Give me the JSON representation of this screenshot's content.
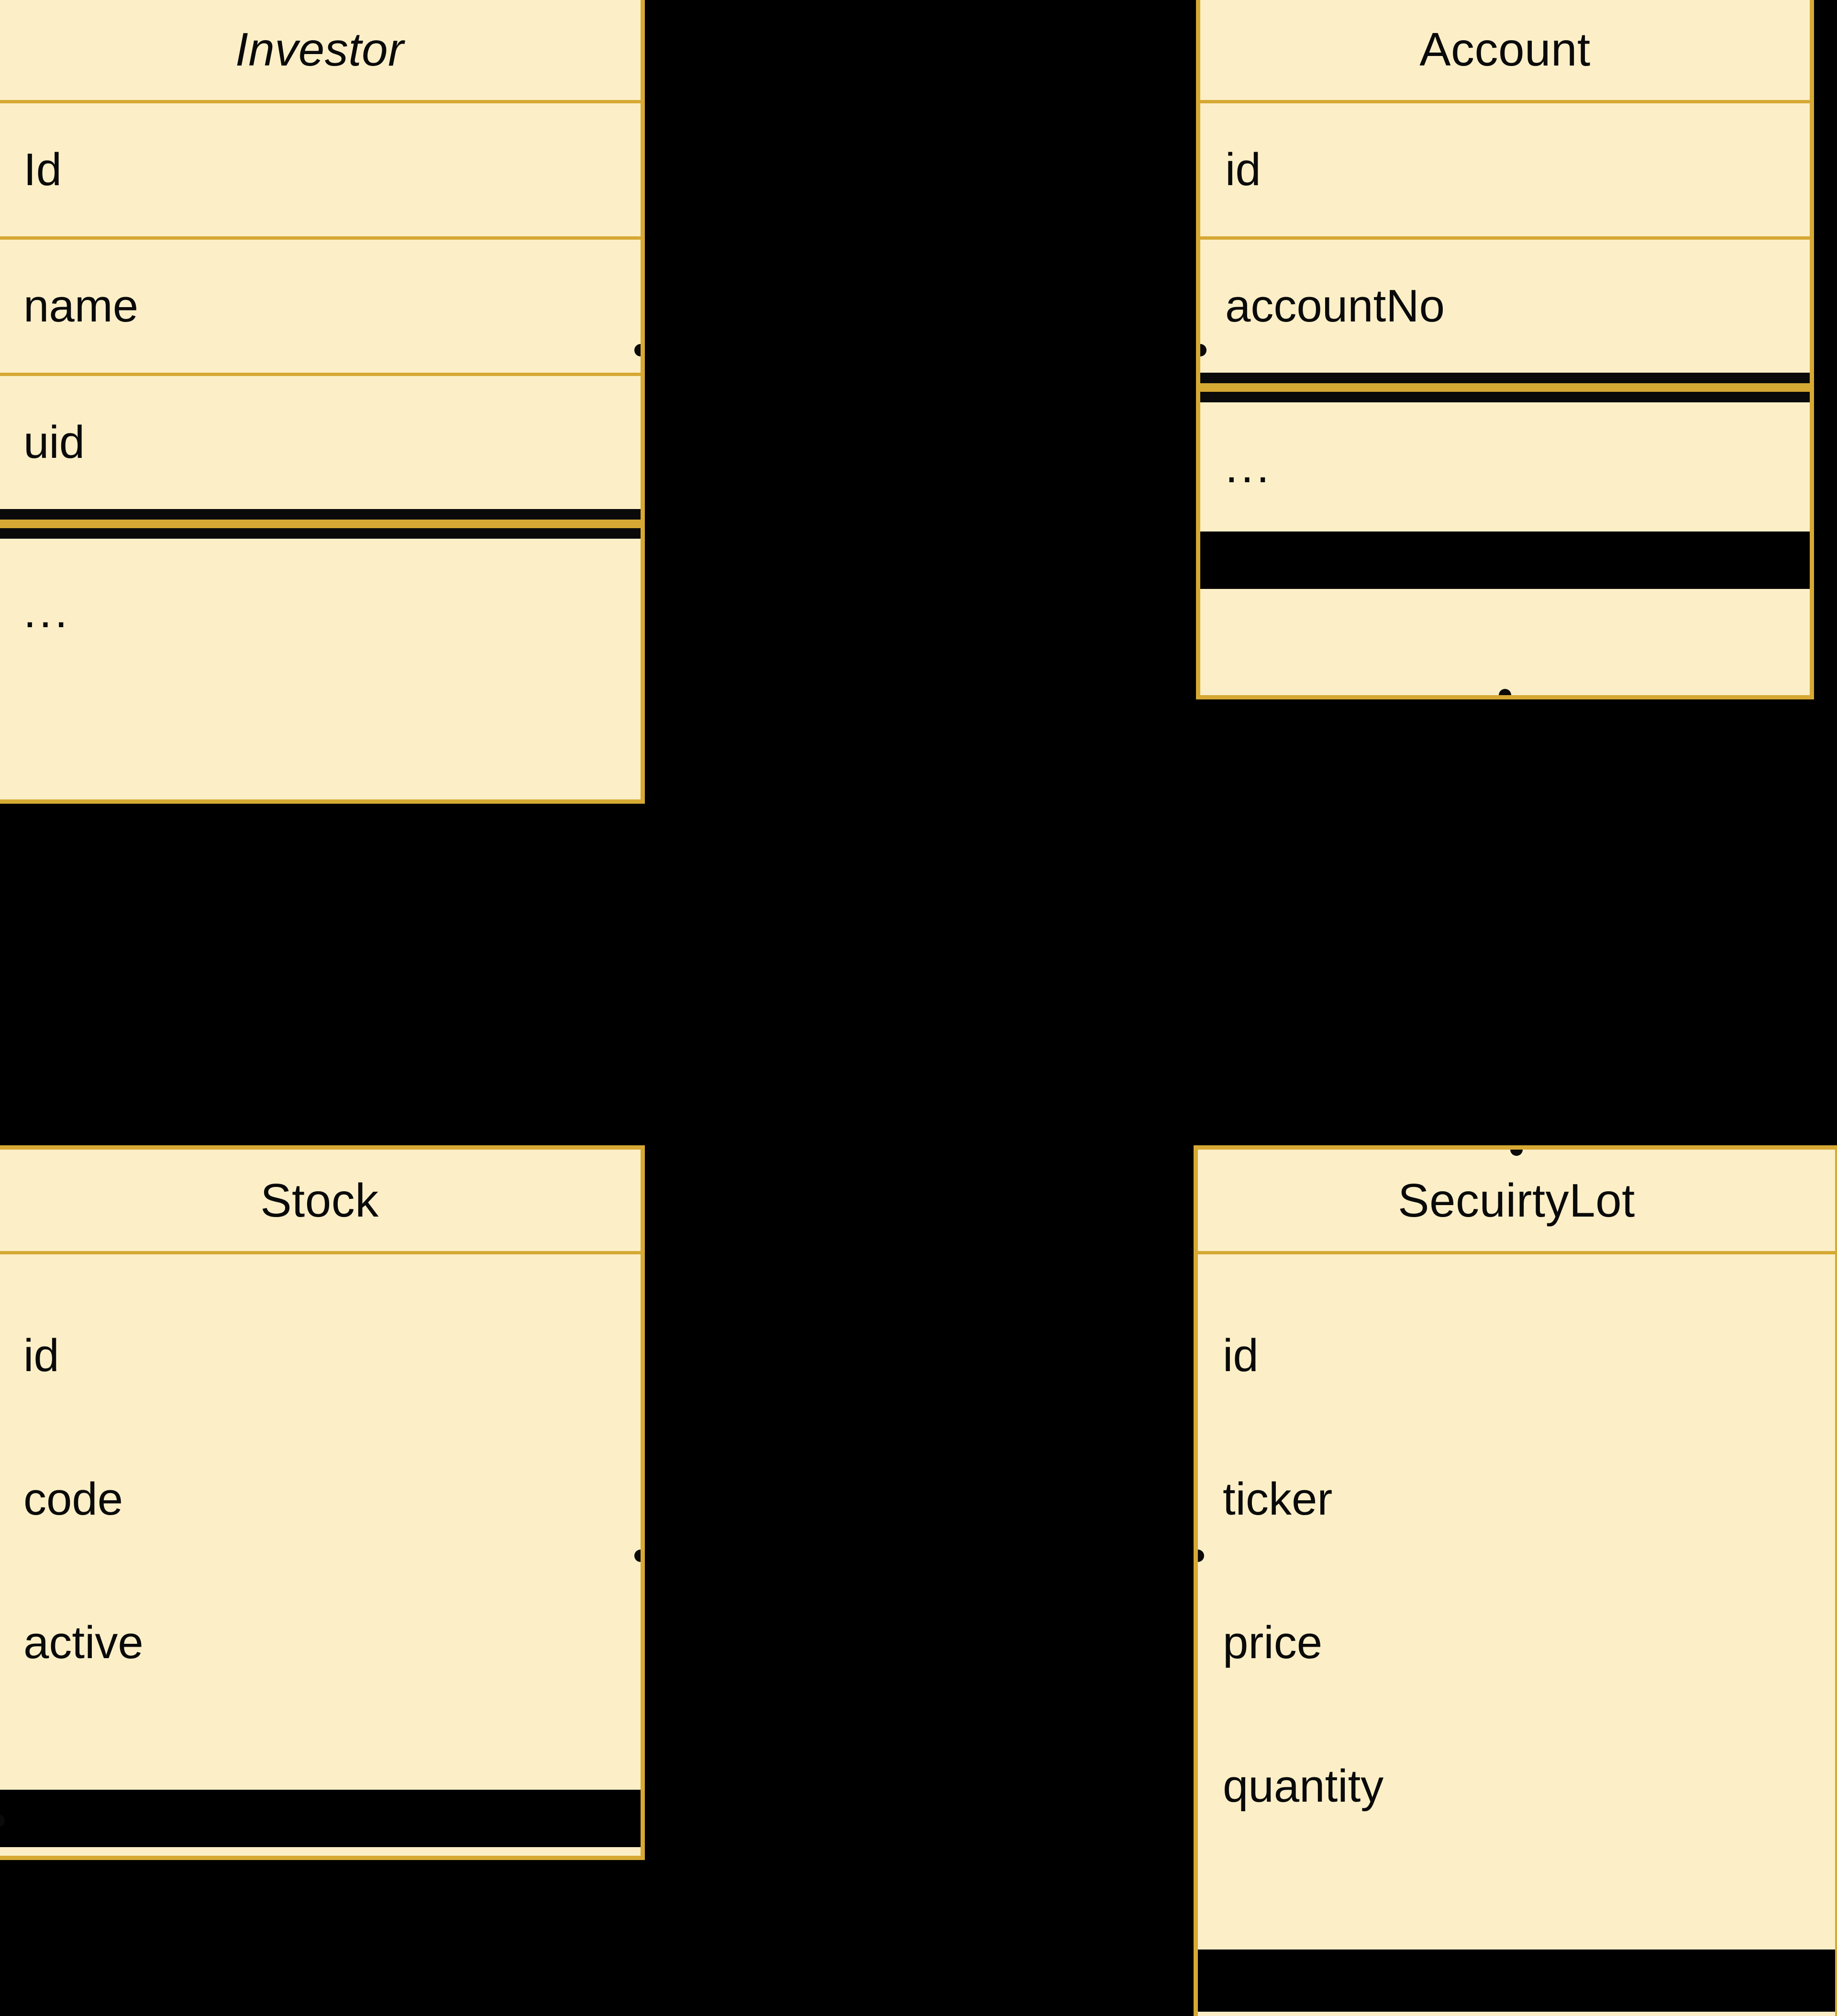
{
  "diagram": {
    "kind": "uml-class-diagram",
    "background_color": "#000000",
    "class_fill_color": "#FCEFC7",
    "class_border_color": "#D6A934",
    "text_color": "#0A0A0A"
  },
  "classes": [
    {
      "id": "investor",
      "name": "Investor",
      "abstract": true,
      "attributes": [
        "Id",
        "name",
        "uid"
      ],
      "has_double_rule": true,
      "ellipsis": "...",
      "has_black_compartment": false
    },
    {
      "id": "account",
      "name": "Account",
      "abstract": false,
      "attributes": [
        "id",
        "accountNo"
      ],
      "has_double_rule": true,
      "ellipsis": "...",
      "has_black_compartment": true
    },
    {
      "id": "stock",
      "name": "Stock",
      "abstract": false,
      "attributes": [
        "id",
        "code",
        "active"
      ],
      "has_double_rule": false,
      "ellipsis": "",
      "has_black_compartment": true
    },
    {
      "id": "securitylot",
      "name": "SecuirtyLot",
      "abstract": false,
      "attributes": [
        "id",
        "ticker",
        "price",
        "quantity"
      ],
      "has_double_rule": false,
      "ellipsis": "",
      "has_black_compartment": true
    }
  ]
}
